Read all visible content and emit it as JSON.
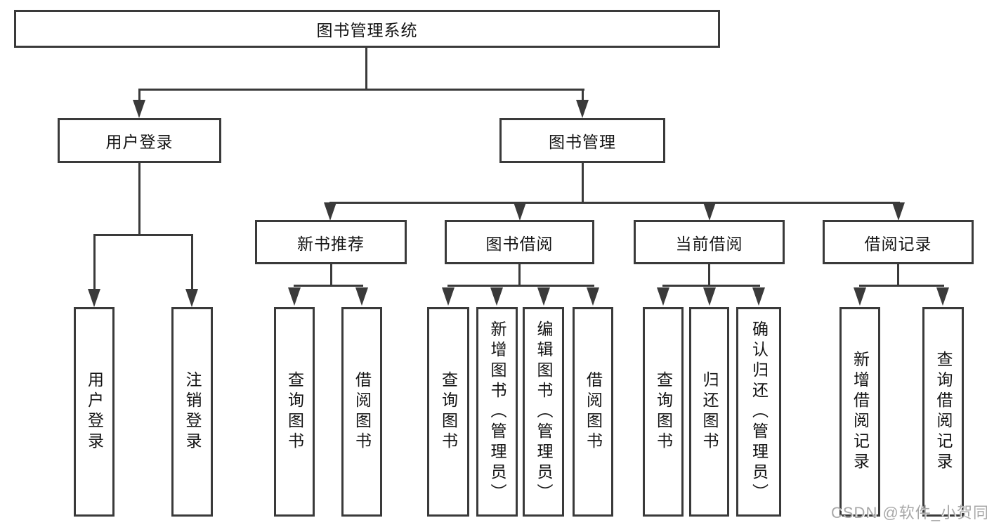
{
  "title": "图书管理系统",
  "level2": {
    "user_login": "用户登录",
    "book_mgmt": "图书管理"
  },
  "level3": {
    "new_book_rec": "新书推荐",
    "book_borrow": "图书借阅",
    "current_borrow": "当前借阅",
    "borrow_records": "借阅记录"
  },
  "leaves": {
    "user_login": [
      "用户登录",
      "注销登录"
    ],
    "new_book_rec": [
      "查询图书",
      "借阅图书"
    ],
    "book_borrow": [
      "查询图书",
      "新增图书（管理员）",
      "编辑图书（管理员）",
      "借阅图书"
    ],
    "current_borrow": [
      "查询图书",
      "归还图书",
      "确认归还（管理员）"
    ],
    "borrow_records": [
      "新增借阅记录",
      "查询借阅记录"
    ]
  },
  "watermark": "CSDN @软件_小贺同学",
  "colors": {
    "line": "#3a3a3a",
    "text": "#141414",
    "watermark": "#a8a8a8",
    "background": "#ffffff"
  }
}
